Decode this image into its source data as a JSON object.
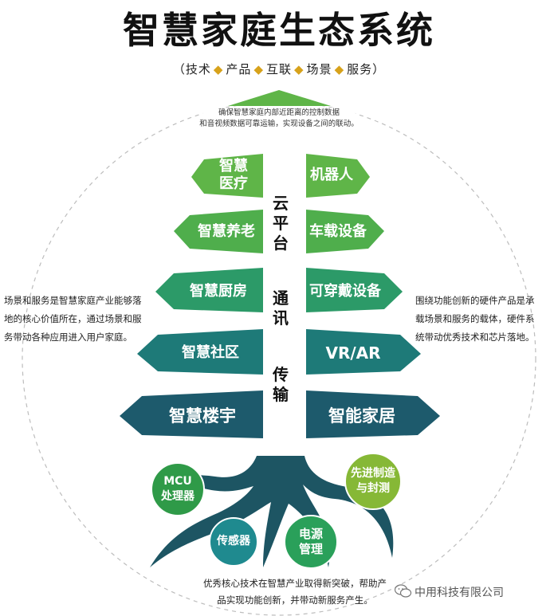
{
  "title": "智慧家庭生态系统",
  "subtitle": {
    "open": "（",
    "items": [
      "技术",
      "产品",
      "互联",
      "场景",
      "服务"
    ],
    "close": "）"
  },
  "top_note": [
    "确保智慧家庭内部近距离的控制数据",
    "和音视频数据可靠运输，实现设备之间的联动。"
  ],
  "trunk": [
    "云",
    "平",
    "台",
    "通",
    "讯",
    "传",
    "输"
  ],
  "left_branches": [
    {
      "lines": [
        "智慧",
        "医疗"
      ]
    },
    {
      "lines": [
        "智慧养老"
      ]
    },
    {
      "lines": [
        "智慧厨房"
      ]
    },
    {
      "lines": [
        "智慧社区"
      ]
    },
    {
      "lines": [
        "智慧楼宇"
      ]
    }
  ],
  "right_branches": [
    {
      "lines": [
        "机器人"
      ]
    },
    {
      "lines": [
        "车载设备"
      ]
    },
    {
      "lines": [
        "可穿戴设备"
      ]
    },
    {
      "lines": [
        "VR/AR"
      ]
    },
    {
      "lines": [
        "智能家居"
      ]
    }
  ],
  "left_note": [
    "场景和服务是智慧家庭产业能够落",
    "地的核心价值所在，通过场景和服",
    "务带动各种应用进入用户家庭。"
  ],
  "right_note": [
    "围绕功能创新的硬件产品是承",
    "载场景和服务的载体，硬件系",
    "统带动优秀技术和芯片落地。"
  ],
  "roots": [
    {
      "lines": [
        "MCU",
        "处理器"
      ],
      "color": "#2f9a48"
    },
    {
      "lines": [
        "传感器"
      ],
      "color": "#1f8a8f"
    },
    {
      "lines": [
        "电源",
        "管理"
      ],
      "color": "#2aa05a"
    },
    {
      "lines": [
        "先进制造",
        "与封测"
      ],
      "color": "#86b836"
    }
  ],
  "bottom_note": [
    "优秀核心技术在智慧产业取得新突破，帮助产",
    "品实现功能创新，并带动新服务产生。"
  ],
  "watermark": "中用科技有限公司",
  "colors": {
    "branch_light": "#5fb548",
    "branch_mid": "#2c9a68",
    "branch_teal": "#1e7a78",
    "branch_dark": "#1d5a6c",
    "root_dark": "#1d5563",
    "subtitle_sep": "#d7a21b"
  }
}
